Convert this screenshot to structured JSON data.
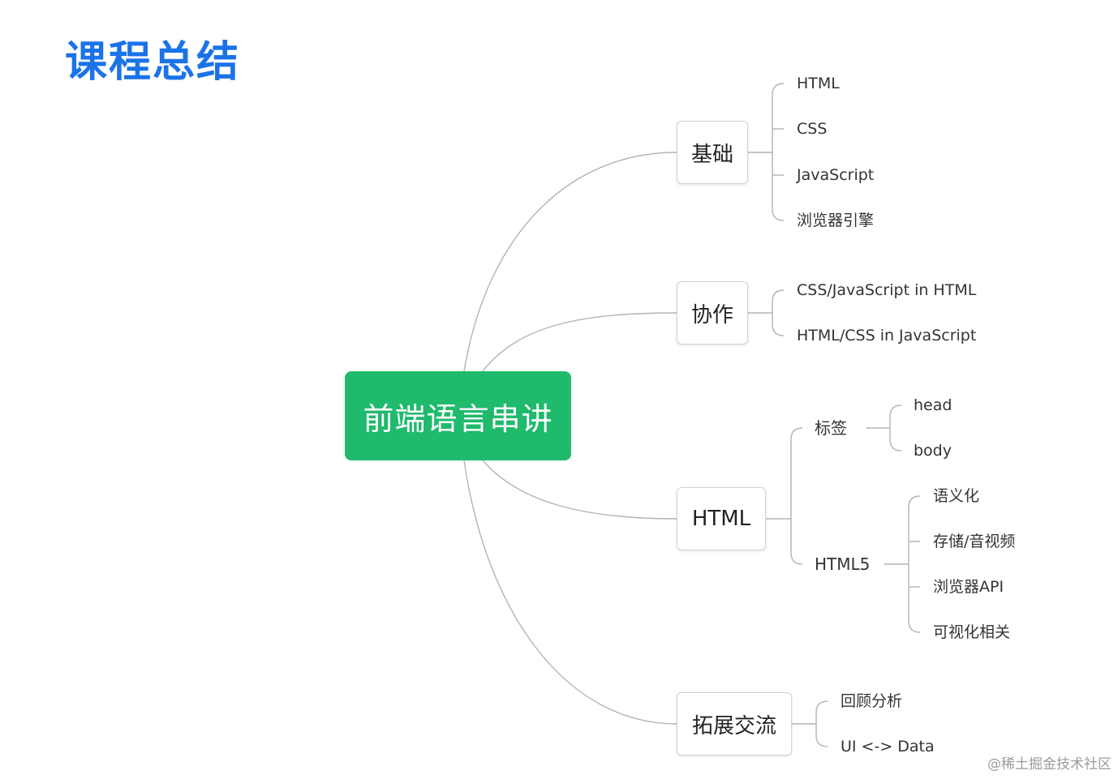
{
  "title": "课程总结",
  "mindmap": {
    "root": "前端语言串讲",
    "branches": [
      {
        "label": "基础",
        "children": [
          "HTML",
          "CSS",
          "JavaScript",
          "浏览器引擎"
        ]
      },
      {
        "label": "协作",
        "children": [
          "CSS/JavaScript in HTML",
          "HTML/CSS in JavaScript"
        ]
      },
      {
        "label": "HTML",
        "subgroups": [
          {
            "label": "标签",
            "children": [
              "head",
              "body"
            ]
          },
          {
            "label": "HTML5",
            "children": [
              "语义化",
              "存储/音视频",
              "浏览器API",
              "可视化相关"
            ]
          }
        ]
      },
      {
        "label": "拓展交流",
        "children": [
          "回顾分析",
          "UI <-> Data"
        ]
      }
    ]
  },
  "watermark": "@稀土掘金技术社区",
  "colors": {
    "title": "#1a73e8",
    "root_fill": "#1fba6c",
    "line": "#b4b4b4"
  }
}
